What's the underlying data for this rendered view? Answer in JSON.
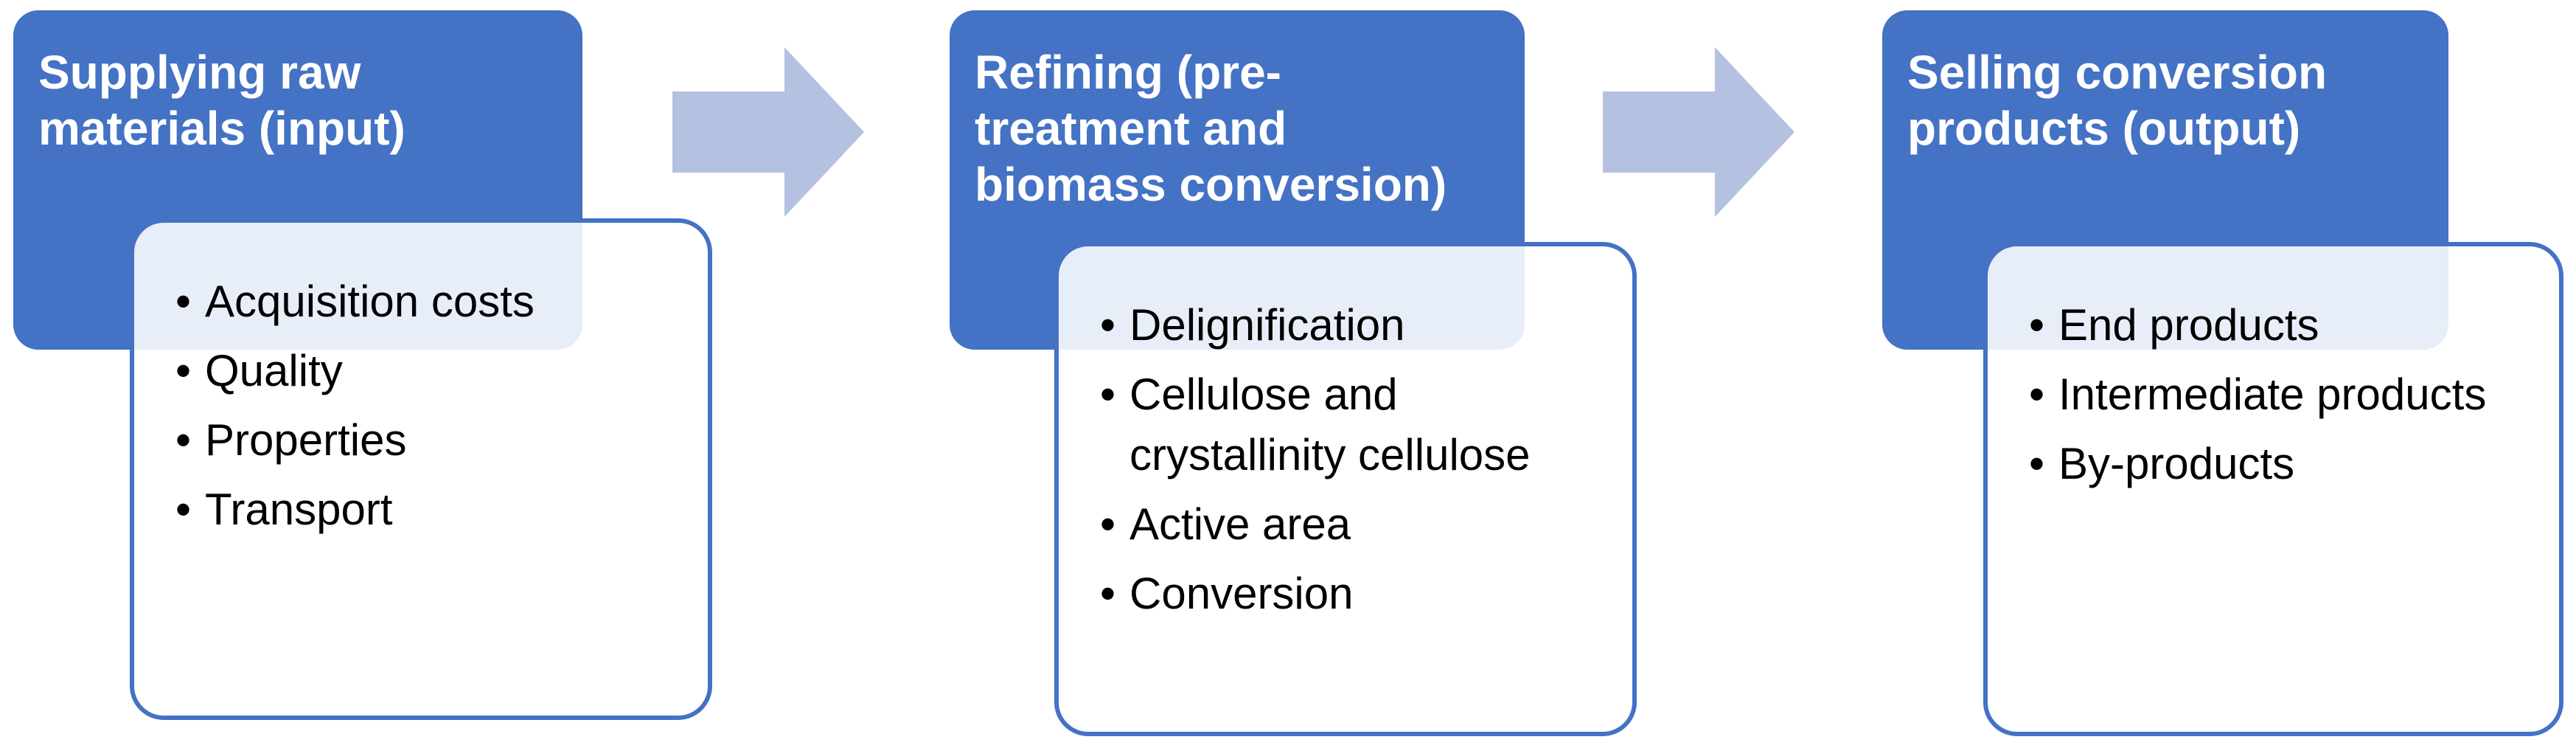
{
  "colors": {
    "header_fill": "#4472c4",
    "box_border": "#4472c4",
    "arrow_fill": "#b4c1e0",
    "header_text": "#ffffff"
  },
  "stages": [
    {
      "title": "Supplying raw materials (input)",
      "items": [
        "Acquisition costs",
        "Quality",
        "Properties",
        "Transport"
      ]
    },
    {
      "title": "Refining (pre-treatment and biomass conversion)",
      "items": [
        "Delignification",
        "Cellulose and crystallinity cellulose",
        "Active area",
        "Conversion"
      ]
    },
    {
      "title": "Selling conversion products (output)",
      "items": [
        "End products",
        "Intermediate products",
        "By-products"
      ]
    }
  ],
  "bullet_glyph": "•"
}
